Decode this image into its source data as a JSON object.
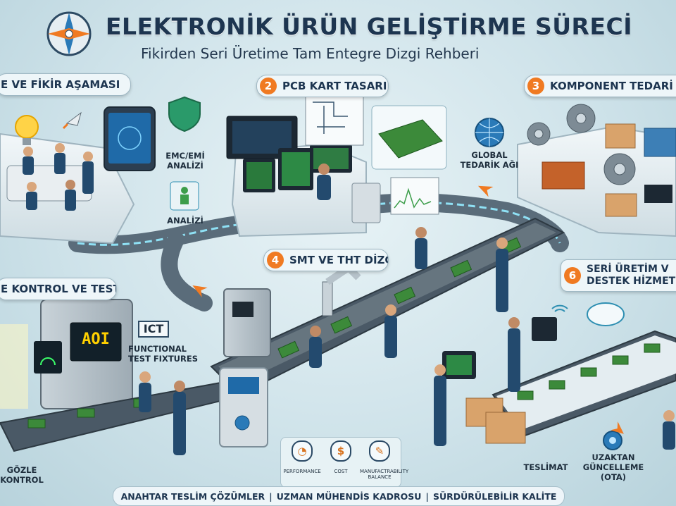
{
  "header": {
    "title": "ELEKTRONİK ÜRÜN GELİŞTİRME SÜRECİ",
    "subtitle": "Fikirden Seri Üretime Tam Entegre Dizgi Rehberi"
  },
  "steps": [
    {
      "num": "",
      "label": "E VE FİKİR AŞAMASI"
    },
    {
      "num": "2",
      "label": "PCB KART TASARIM"
    },
    {
      "num": "3",
      "label": "KOMPONENT TEDARİ"
    },
    {
      "num": "4",
      "label": "SMT VE THT DİZGİ"
    },
    {
      "num": "",
      "label": "E KONTROL VE TEST"
    },
    {
      "num": "6",
      "label1": "SERİ ÜRETİM V",
      "label2": "DESTEK HİZMET"
    }
  ],
  "labels": {
    "emc": "EMC/EMİ",
    "analizi1": "ANALİZİ",
    "analizi2": "ANALİZİ",
    "global1": "GLOBAL",
    "global2": "TEDARİK AĞI",
    "aoi": "AOI",
    "ict": "ICT",
    "func1": "FUNCTIONAL",
    "func2": "TEST FIXTURES",
    "gozle1": "GÖZLE",
    "gozle2": "KONTROL",
    "teslimat": "TESLİMAT",
    "uzaktan1": "UZAKTAN",
    "uzaktan2": "GÜNCELLEME",
    "uzaktan3": "(OTA)"
  },
  "kpis": [
    {
      "icon": "gauge-icon",
      "glyph": "◔",
      "label": "PERFORMANCE"
    },
    {
      "icon": "dollar-icon",
      "glyph": "$",
      "label": "COST"
    },
    {
      "icon": "tools-icon",
      "glyph": "✎",
      "label": "MANUFACTRABILITY BALANCE"
    }
  ],
  "footer": {
    "item1": "ANAHTAR TESLİM ÇÖZÜMLER",
    "item2": "UZMAN MÜHENDİS KADROSU",
    "item3": "SÜRDÜRÜLEBİLİR KALİTE",
    "separator": "|"
  },
  "colors": {
    "accent": "#f07a22",
    "navy": "#1d3550",
    "pcb": "#3c8a3a",
    "conveyor": "#4a5966"
  }
}
